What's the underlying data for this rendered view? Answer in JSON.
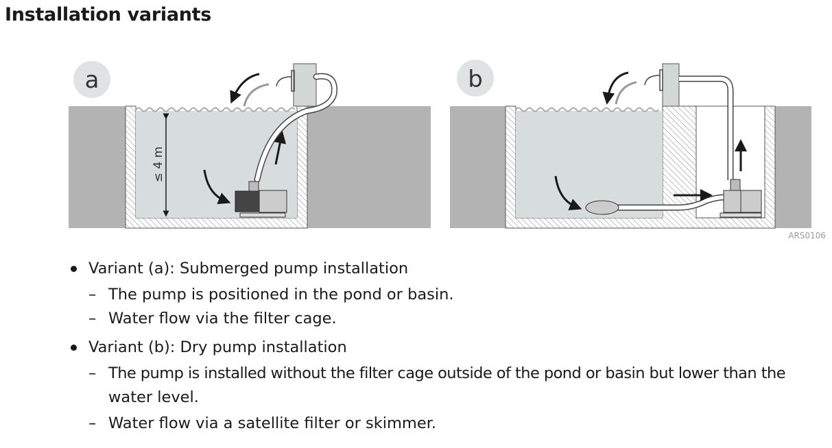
{
  "heading": "Installation variants",
  "figure": {
    "panel_a_label": "a",
    "panel_b_label": "b",
    "depth_label": "≤ 4 m",
    "figure_code": "ARS0106",
    "colors": {
      "ground": "#b3b3b3",
      "water": "#d7dddc",
      "label_circle": "#dfe3e3",
      "pillar": "#d3d8d7"
    }
  },
  "list": [
    {
      "text": "Variant (a): Submerged pump installation",
      "sub": [
        "The pump is positioned in the pond or basin.",
        "Water flow via the filter cage."
      ]
    },
    {
      "text": "Variant (b): Dry pump installation",
      "sub": [
        "The pump is installed without the filter cage outside of the pond or basin but lower than the",
        "water level.",
        "Water flow via a satellite filter or skimmer."
      ]
    }
  ]
}
